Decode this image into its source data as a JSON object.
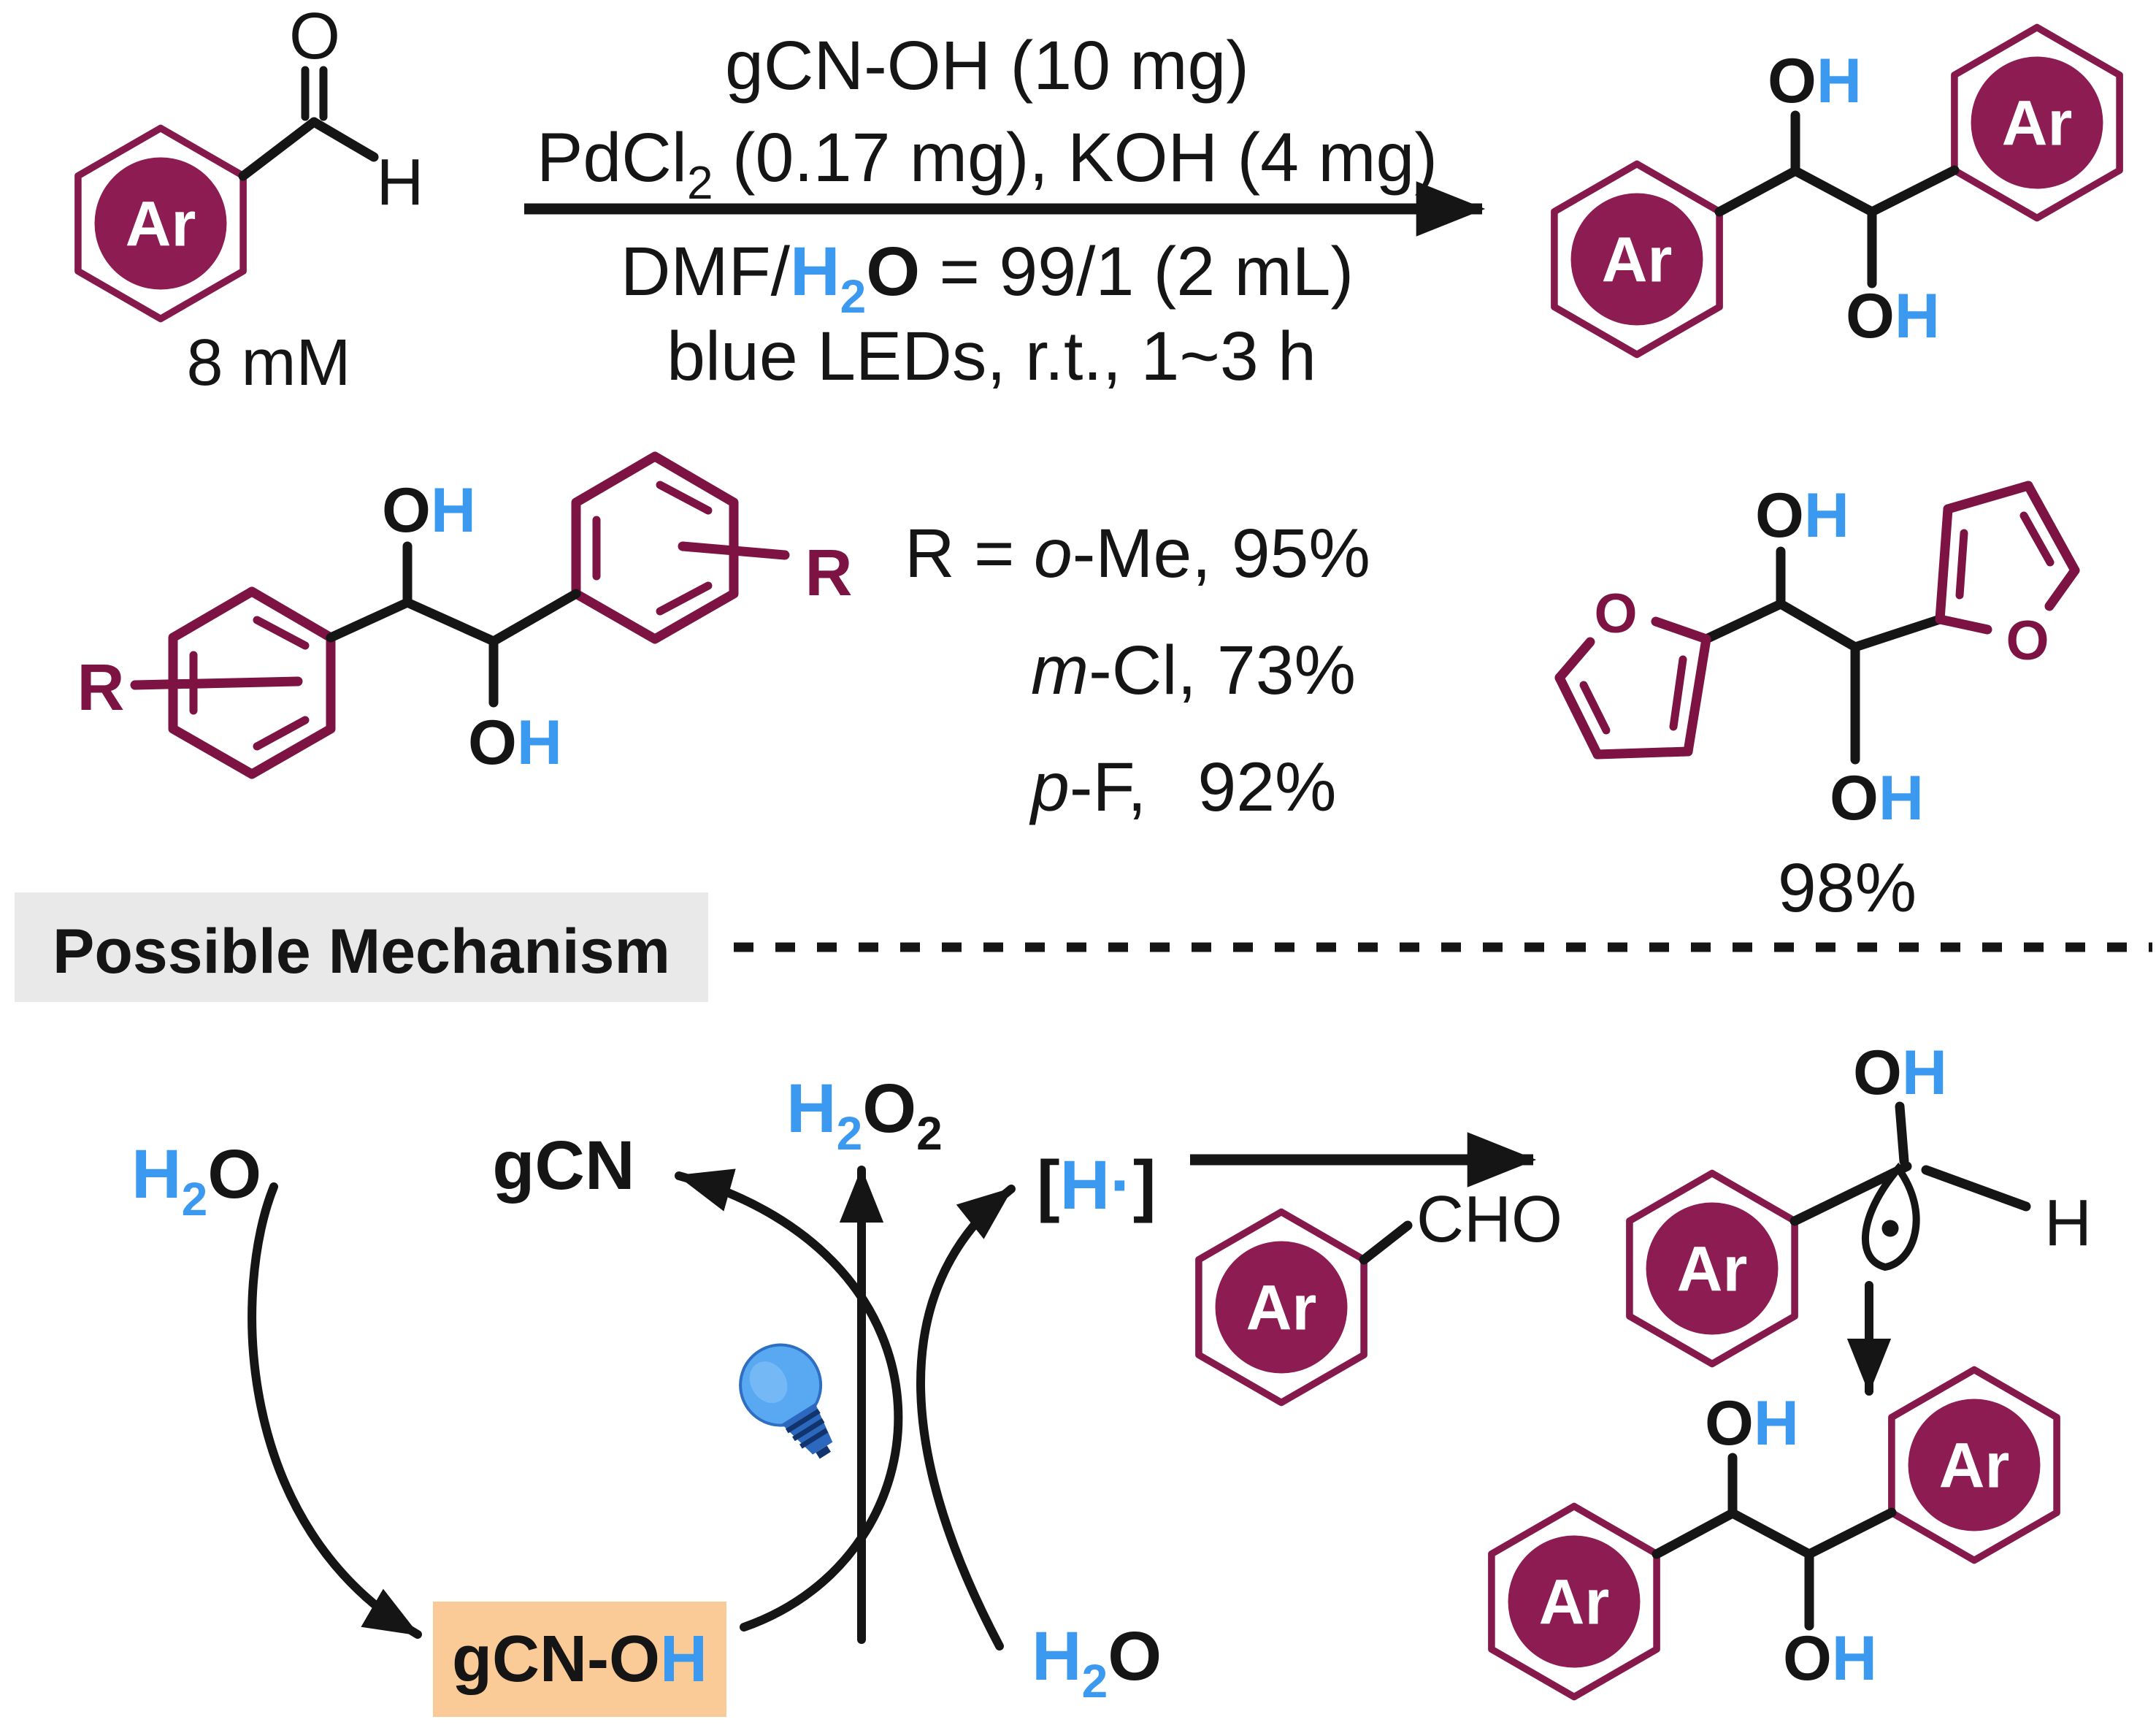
{
  "colors": {
    "aryl_maroon": "#8D1C52",
    "ring_maroon": "#7C1343",
    "hydrogen_blue": "#3C99F0",
    "bond_black": "#151515",
    "gcnoh_box_orange": "#FACB96",
    "header_box_gray": "#E9E9E9",
    "bulb_blue": "#58A8F2",
    "bulb_base_blue": "#2C69BE"
  },
  "common": {
    "ar": "Ar"
  },
  "reaction": {
    "substrate": {
      "o": "O",
      "h": "H",
      "amount": "8 mM"
    },
    "conditions": {
      "line1": "gCN-OH (10 mg)",
      "line2": {
        "a": "PdCl",
        "sub": "2",
        "b": " (0.17 mg), KOH (4 mg)"
      },
      "line3": {
        "a": "DMF/",
        "h": "H",
        "sub": "2",
        "o": "O",
        "b": " = 99/1 (2 mL)"
      },
      "line4": "blue LEDs, r.t., 1~3 h"
    },
    "product": {
      "o": "O",
      "h": "H"
    }
  },
  "scope": {
    "r": "R",
    "oh": {
      "o": "O",
      "h": "H"
    },
    "yields": {
      "line1": {
        "prefix": "R = ",
        "pos": "o",
        "rest": "-Me,",
        "val": "95%"
      },
      "line2": {
        "pos": "m",
        "rest": "-Cl,",
        "val": "73%"
      },
      "line3": {
        "pos": "p",
        "rest": "-F,",
        "val": "92%"
      }
    },
    "furan": {
      "o": "O",
      "yield": "98%"
    }
  },
  "mechanism": {
    "header": "Possible Mechanism",
    "h2o": {
      "h": "H",
      "sub": "2",
      "o": "O"
    },
    "h2o2": {
      "h": "H",
      "sub1": "2",
      "o": "O",
      "sub2": "2"
    },
    "gcn": "gCN",
    "gcnoh": {
      "a": "gCN-O",
      "h": "H"
    },
    "hydrogen_radical": {
      "open": "[",
      "h": "H",
      "dot": "·",
      "close": "]"
    },
    "cho": "CHO",
    "oh": {
      "o": "O",
      "h": "H"
    },
    "radical_h": "H"
  }
}
